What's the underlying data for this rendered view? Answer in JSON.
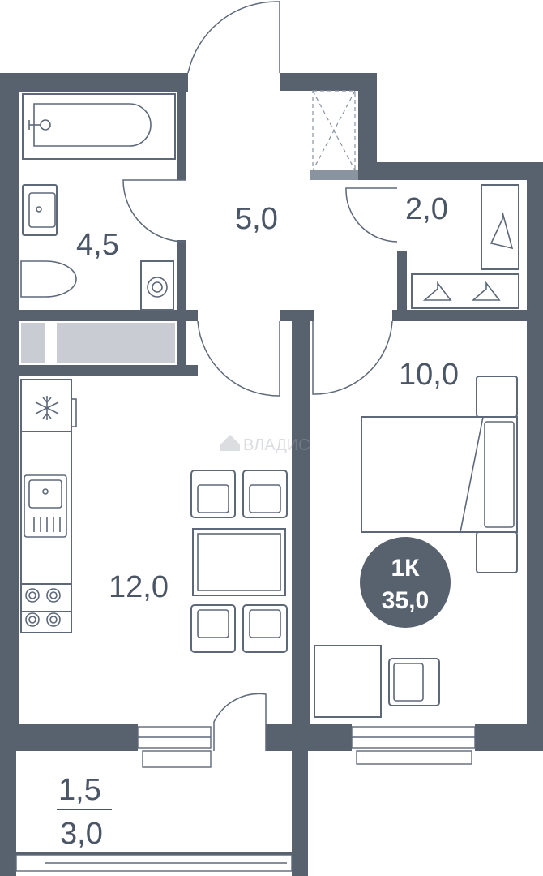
{
  "rooms": {
    "bathroom_area": "4,5",
    "hall_area": "5,0",
    "closet_area": "2,0",
    "bedroom_area": "10,0",
    "kitchen_area": "12,0",
    "balcony_area_top": "1,5",
    "balcony_area_bottom": "3,0"
  },
  "badge": {
    "type": "1К",
    "total_area": "35,0"
  },
  "watermark": "ВЛАДИС",
  "colors": {
    "wall": "#58626f",
    "badge": "#58626f",
    "fixture_stroke": "#5d6878",
    "window_fill": "#c9ccd2"
  }
}
